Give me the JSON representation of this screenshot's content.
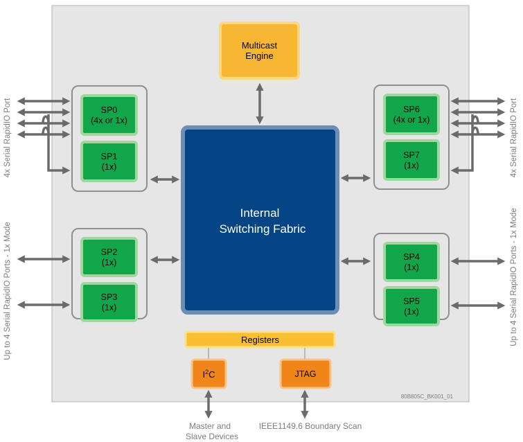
{
  "colors": {
    "chip_bg": "#e6e6e7",
    "chip_border": "#b3b3b5",
    "group_border": "#8f8f92",
    "port_fill": "#12a64a",
    "port_border": "#9fd79f",
    "fabric_fill": "#054485",
    "fabric_border": "#6e8db3",
    "multicast_fill": "#f7b733",
    "multicast_border": "#fad782",
    "registers_fill": "#f8c030",
    "registers_border": "#fbe08c",
    "iface_fill": "#f0861a",
    "iface_border": "#f7c48a",
    "arrow": "#6b6b6e",
    "side_label": "#7d7d80"
  },
  "multicast": {
    "line1": "Multicast",
    "line2": "Engine"
  },
  "fabric": {
    "line1": "Internal",
    "line2": "Switching Fabric"
  },
  "ports": [
    {
      "name": "SP0",
      "mode": "(4x or 1x)"
    },
    {
      "name": "SP1",
      "mode": "(1x)"
    },
    {
      "name": "SP2",
      "mode": "(1x)"
    },
    {
      "name": "SP3",
      "mode": "(1x)"
    },
    {
      "name": "SP4",
      "mode": "(1x)"
    },
    {
      "name": "SP5",
      "mode": "(1x)"
    },
    {
      "name": "SP6",
      "mode": "(4x or 1x)"
    },
    {
      "name": "SP7",
      "mode": "(1x)"
    }
  ],
  "registers": "Registers",
  "i2c": {
    "base": "I",
    "sup": "2",
    "tail": "C"
  },
  "jtag": "JTAG",
  "side_labels": {
    "left_top": "4x Serial RapidIO Port",
    "left_bottom": "Up to 4 Serial RapidIO Ports - 1x Mode",
    "right_top": "4x Serial RapidIO Port",
    "right_bottom": "Up to 4 Serial RapidIO Ports - 1x Mode"
  },
  "bottom_labels": {
    "master_line1": "Master and",
    "master_line2": "Slave Devices",
    "jtag": "IEEE1149.6 Boundary Scan"
  },
  "figure_id": "80B805C_BK001_01"
}
